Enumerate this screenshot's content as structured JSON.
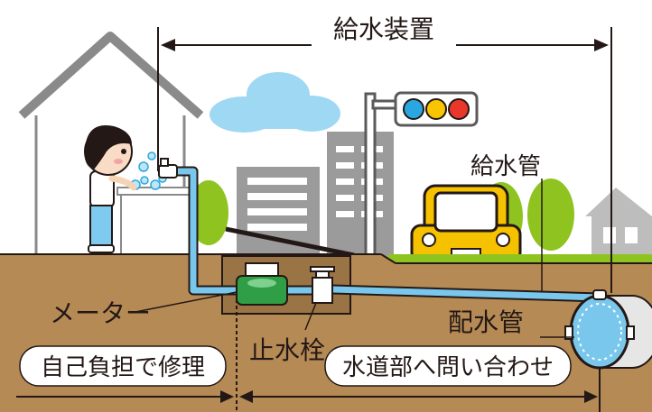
{
  "labels": {
    "supply_equipment": "給水装置",
    "supply_pipe": "給水管",
    "meter": "メーター",
    "stop_valve": "止水栓",
    "distribution_main": "配水管",
    "self_pay_repair": "自己負担で修理",
    "contact_waterworks": "水道部へ問い合わせ"
  },
  "colors": {
    "ground": "#b58a55",
    "pipe": "#79c7ec",
    "meter": "#2f9e44",
    "building": "#9b9b9b",
    "car": "#f6c200",
    "tree": "#8fc31f",
    "signal_blue": "#2aa7e0",
    "signal_yellow": "#f8c500",
    "signal_red": "#e8382b"
  }
}
